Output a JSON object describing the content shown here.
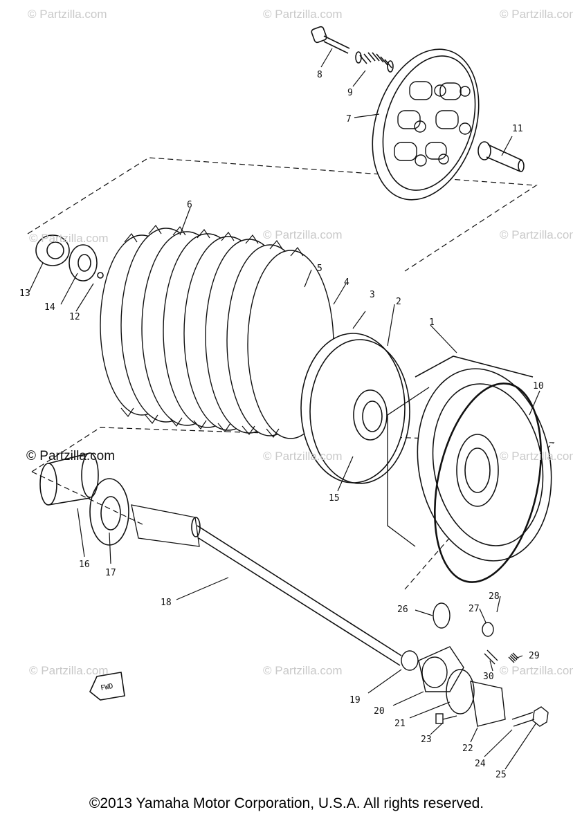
{
  "watermark": "© Partzilla.com",
  "watermark_prominent": "© Partzilla.com",
  "callouts": {
    "p1": "1",
    "p2": "2",
    "p3": "3",
    "p4": "4",
    "p5": "5",
    "p6": "6",
    "p7": "7",
    "p8": "8",
    "p9": "9",
    "p10": "10",
    "p11": "11",
    "p12": "12",
    "p13": "13",
    "p14": "14",
    "p15": "15",
    "p16": "16",
    "p17": "17",
    "p18": "18",
    "p19": "19",
    "p20": "20",
    "p21": "21",
    "p22": "22",
    "p23": "23",
    "p24": "24",
    "p25": "25",
    "p26": "26",
    "p27": "27",
    "p28": "28",
    "p29": "29",
    "p30": "30"
  },
  "fwd_tag": "FWD",
  "copyright": "©2013 Yamaha Motor Corporation, U.S.A. All rights reserved.",
  "colors": {
    "line": "#111111",
    "watermark": "#c9c9c9",
    "background": "#ffffff"
  }
}
